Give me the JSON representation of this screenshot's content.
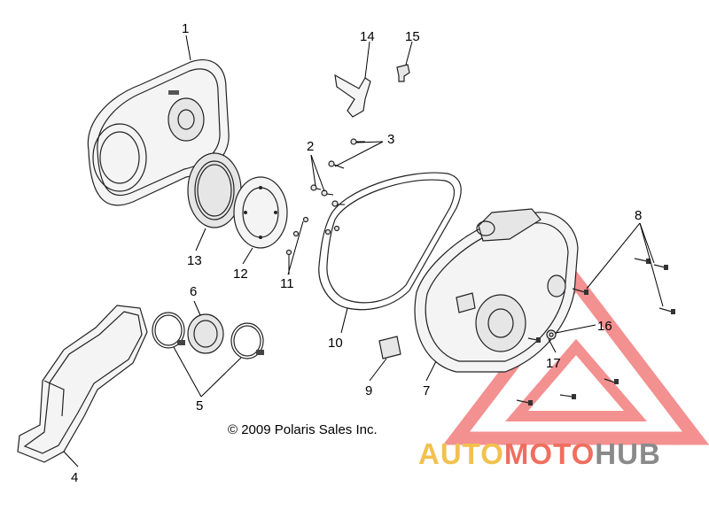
{
  "diagram": {
    "callouts": [
      "1",
      "2",
      "3",
      "4",
      "5",
      "6",
      "7",
      "8",
      "9",
      "10",
      "11",
      "12",
      "13",
      "14",
      "15",
      "16",
      "17"
    ],
    "copyright": "© 2009 Polaris Sales Inc."
  },
  "watermark": {
    "part_a": "AUTO",
    "part_b": "MOTO",
    "part_c": "HUB",
    "color_a": "#f2c14e",
    "color_b": "#ef6f5e",
    "color_c": "#8a8a8a",
    "triangle_color": "#f06b6b"
  }
}
